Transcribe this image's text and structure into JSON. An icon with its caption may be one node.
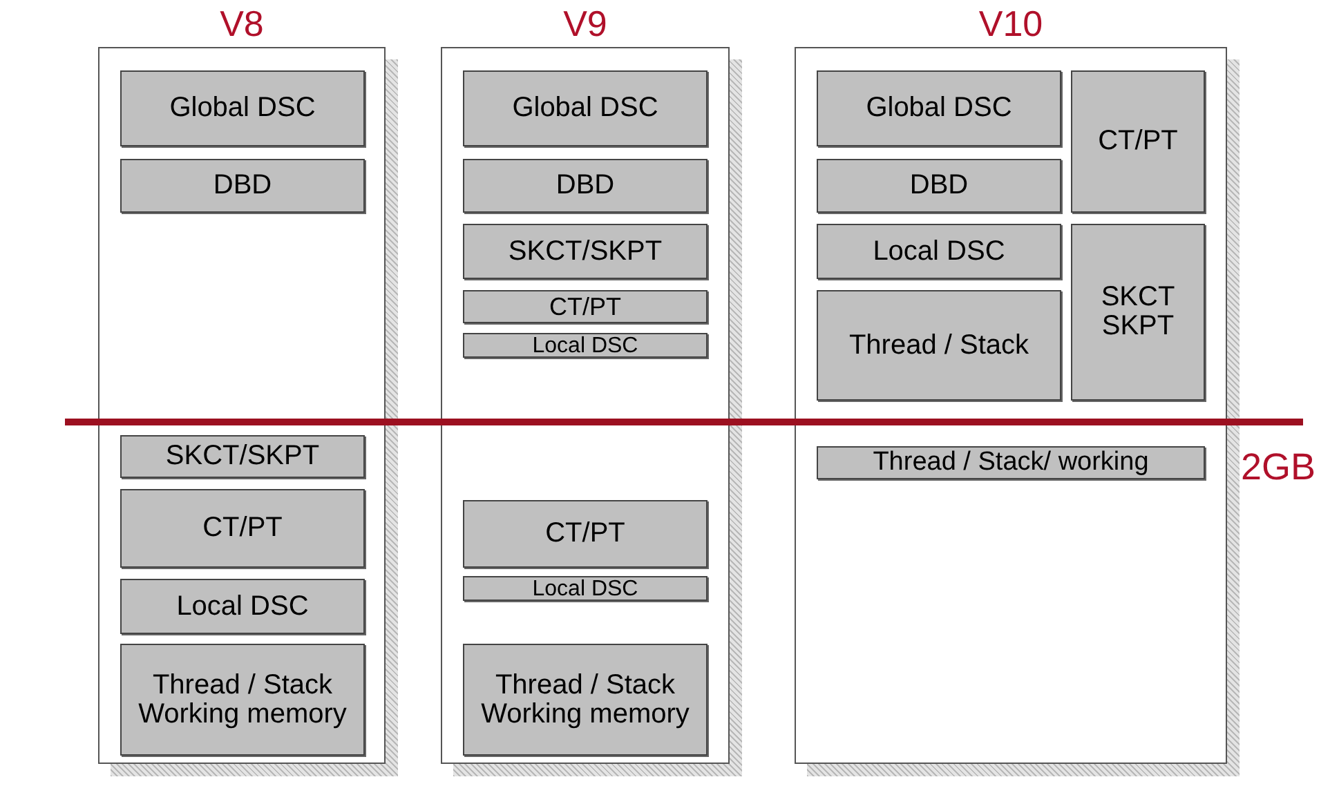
{
  "diagram": {
    "nodes": [
      {
        "text": [
          "V8"
        ]
      },
      {
        "text": [
          "Global DSC"
        ],
        "in": 0
      },
      {
        "text": [
          "DBD"
        ],
        "in": 0
      },
      {
        "text": [
          "SKCT/SKPT"
        ],
        "in": 0
      },
      {
        "text": [
          "CT/PT"
        ],
        "in": 0
      },
      {
        "text": [
          "Local DSC"
        ],
        "in": 0
      },
      {
        "text": [
          "Thread / Stack Working memory"
        ],
        "in": 0
      },
      {
        "text": [
          "V9"
        ]
      },
      {
        "text": [
          "Global DSC"
        ],
        "in": 7
      },
      {
        "text": [
          "DBD"
        ],
        "in": 7
      },
      {
        "text": [
          "SKCT/SKPT"
        ],
        "in": 7
      },
      {
        "text": [
          "CT/PT"
        ],
        "in": 7
      },
      {
        "text": [
          "Local DSC"
        ],
        "in": 7
      },
      {
        "text": [
          "CT/PT"
        ],
        "in": 7
      },
      {
        "text": [
          "Local DSC"
        ],
        "in": 7
      },
      {
        "text": [
          "Thread / Stack Working memory"
        ],
        "in": 7
      },
      {
        "text": [
          "V10"
        ]
      },
      {
        "text": [
          "Global DSC"
        ],
        "in": 16
      },
      {
        "text": [
          "CT/PT"
        ],
        "in": 16
      },
      {
        "text": [
          "DBD"
        ],
        "in": 16
      },
      {
        "text": [
          "Local DSC"
        ],
        "in": 16
      },
      {
        "text": [
          "SKCT SKPT"
        ],
        "in": 16
      },
      {
        "text": [
          "Thread / Stack"
        ],
        "in": 16
      },
      {
        "text": [
          "Thread / Stack/ working"
        ],
        "in": 16
      }
    ],
    "labels": [
      "2GB"
    ]
  }
}
